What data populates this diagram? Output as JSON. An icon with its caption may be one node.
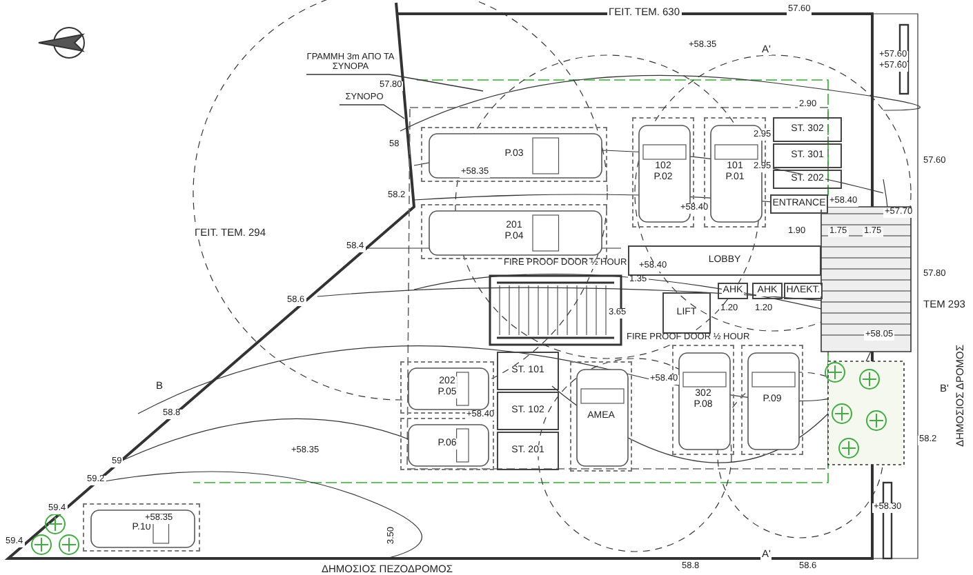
{
  "diagram": {
    "nodes": [
      {
        "text": [
          "ΓΡΑΜΜΗ 3m ΑΠΟ ΤΑ ΣΥΝΟΡΑ"
        ]
      },
      {
        "text": [
          "ΣΥΝΟΡΟ"
        ]
      },
      {
        "text": [
          "P.03"
        ]
      },
      {
        "text": [
          "102",
          "P.02"
        ]
      },
      {
        "text": [
          "101",
          "P.01"
        ]
      },
      {
        "text": [
          "201",
          "P.04"
        ]
      },
      {
        "text": [
          "ST. 302"
        ]
      },
      {
        "text": [
          "ST. 301"
        ]
      },
      {
        "text": [
          "ST. 202"
        ]
      },
      {
        "text": [
          "ENTRANCE"
        ]
      },
      {
        "text": [
          "LOBBY"
        ]
      },
      {
        "text": [
          "LIFT"
        ]
      },
      {
        "text": [
          "ΑΗΚ"
        ]
      },
      {
        "text": [
          "ΑΗΚ"
        ]
      },
      {
        "text": [
          "ΗΛΕΚΤ."
        ]
      },
      {
        "text": [
          "ST. 101"
        ]
      },
      {
        "text": [
          "ST. 102"
        ]
      },
      {
        "text": [
          "ST. 201"
        ]
      },
      {
        "text": [
          "202",
          "P.05"
        ]
      },
      {
        "text": [
          "P.06"
        ]
      },
      {
        "text": [
          "ΑΜΕΑ"
        ]
      },
      {
        "text": [
          "302",
          "P.08"
        ]
      },
      {
        "text": [
          "P.09"
        ]
      },
      {
        "text": [
          "P.10"
        ]
      }
    ],
    "edges": [
      {
        "from": 0,
        "to": null,
        "arrow": "none"
      },
      {
        "from": 1,
        "to": null,
        "arrow": "none"
      }
    ],
    "labels": [
      "ΓΕΙΤ. ΤΕΜ. 630",
      "57.60",
      "A'",
      "+58.35",
      "+57.60",
      "+57.60",
      "57.80",
      "2.90",
      "2.95",
      "58",
      "2.95",
      "57.60",
      "+58.35",
      "58.2",
      "+58.40",
      "+58.40",
      "+57.70",
      "ΓΕΙΤ. ΤΕΜ. 294",
      "1.90",
      "1.75",
      "1.75",
      "58.4",
      "FIRE PROOF DOOR ½ HOUR",
      "+58.40",
      "1.35",
      "57.80",
      "58.6",
      "3.65",
      "1.20",
      "1.20",
      "TEM 293",
      "+58.05",
      "FIRE PROOF DOOR ½ HOUR",
      "+58.40",
      "B",
      "B'",
      "ΔΗΜΟΣΙΟΣ ΔΡΟΜΟΣ",
      "58.8",
      "+58.40",
      "58.2",
      "+58.35",
      "59",
      "59.2",
      "59.4",
      "+58.35",
      "+58.30",
      "3.50",
      "59.4",
      "A'",
      "ΔΗΜΟΣΙΟΣ ΠΕΖΟΔΡΟΜΟΣ",
      "58.8",
      "58.6"
    ]
  }
}
